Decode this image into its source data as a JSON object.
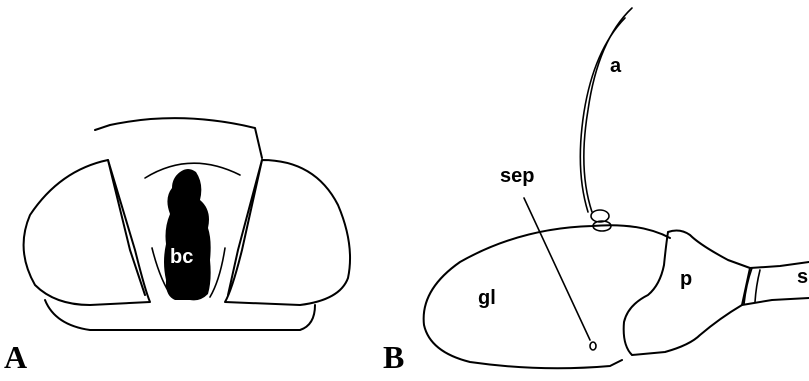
{
  "panels": {
    "a": "A",
    "b": "B"
  },
  "labels": {
    "bc": "bc",
    "a": "a",
    "sep": "sep",
    "gl": "gl",
    "p": "p",
    "s": "s"
  },
  "colors": {
    "ink": "#000000",
    "background": "#ffffff",
    "bc_fill": "#000000"
  }
}
